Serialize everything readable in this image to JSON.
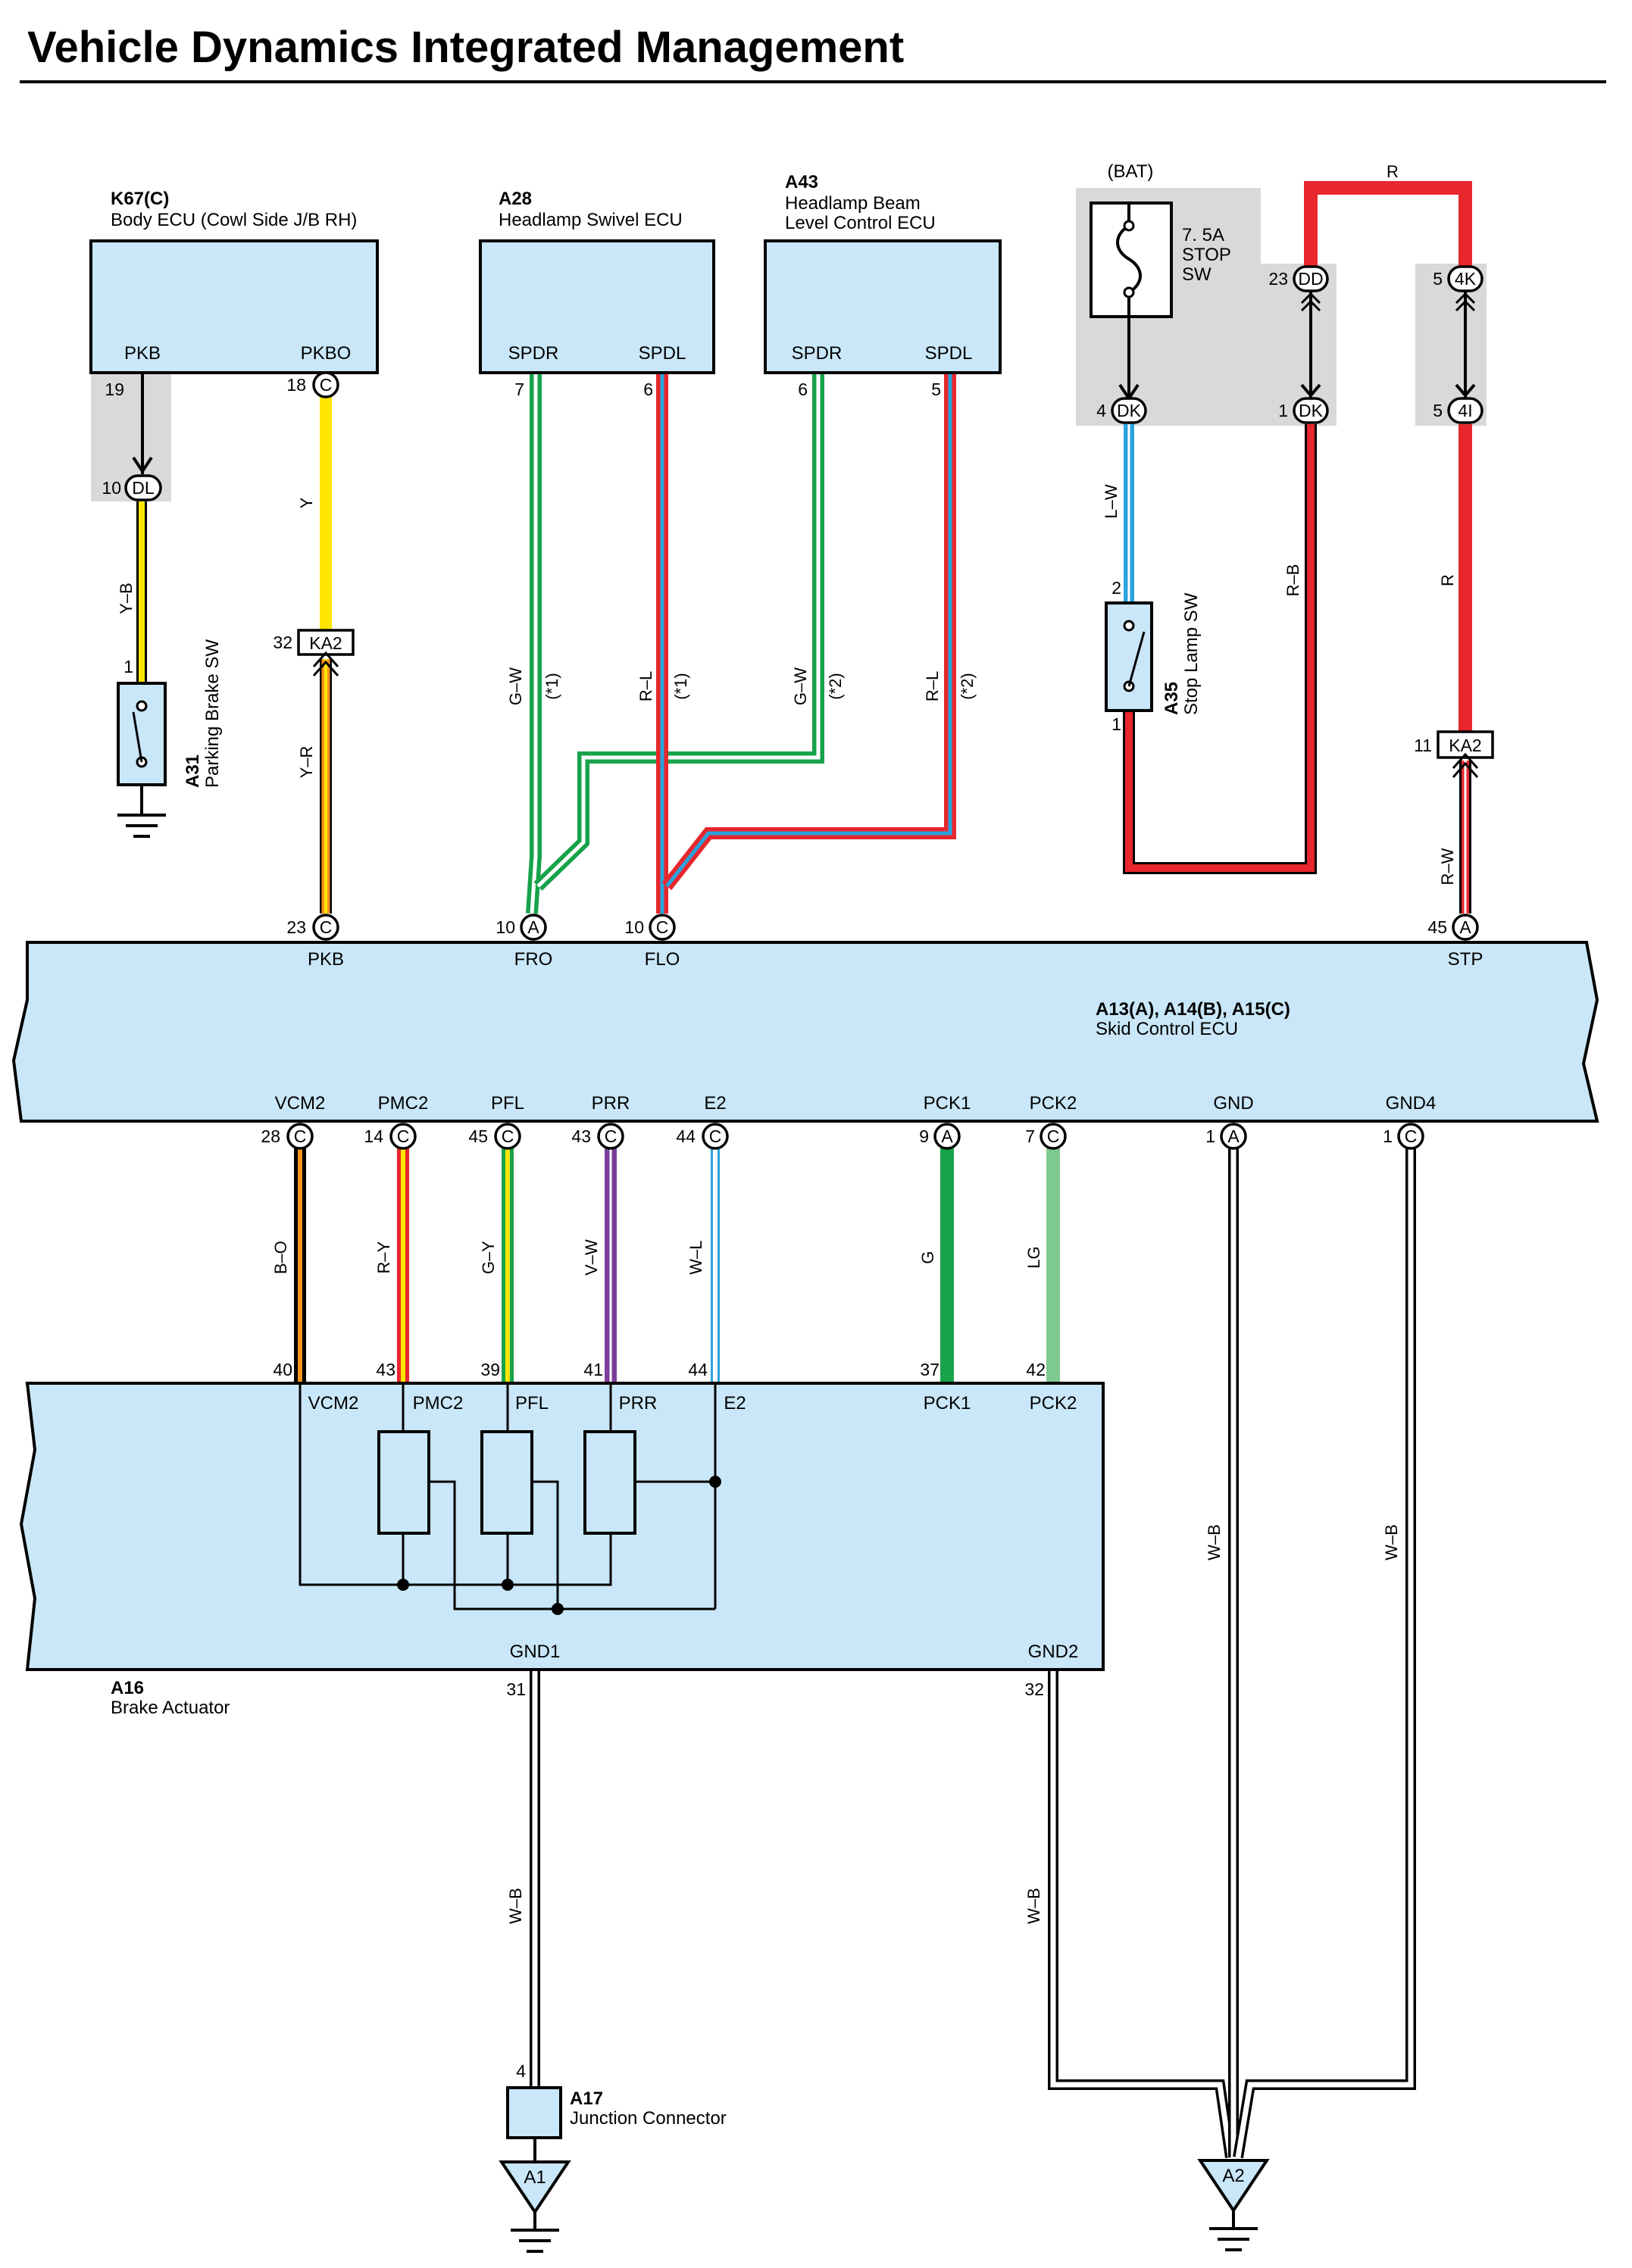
{
  "title": "Vehicle Dynamics Integrated Management",
  "components": {
    "k67": {
      "code": "K67(C)",
      "name": "Body ECU (Cowl Side J/B RH)",
      "pins": {
        "pkb": "PKB",
        "pkbo": "PKBO"
      }
    },
    "a28": {
      "code": "A28",
      "name": "Headlamp Swivel ECU",
      "pins": {
        "spdr": "SPDR",
        "spdl": "SPDL"
      }
    },
    "a43": {
      "code": "A43",
      "name1": "Headlamp Beam",
      "name2": "Level Control ECU",
      "pins": {
        "spdr": "SPDR",
        "spdl": "SPDL"
      }
    },
    "bat": {
      "label": "(BAT)",
      "fuse1": "7. 5A",
      "fuse2": "STOP",
      "fuse3": "SW"
    },
    "a31": {
      "code": "A31",
      "name": "Parking Brake SW"
    },
    "a35": {
      "code": "A35",
      "name": "Stop Lamp SW"
    },
    "skid": {
      "code": "A13(A), A14(B), A15(C)",
      "name": "Skid Control ECU",
      "top_pins": [
        "PKB",
        "FRO",
        "FLO",
        "STP"
      ],
      "bottom_pins": [
        "VCM2",
        "PMC2",
        "PFL",
        "PRR",
        "E2",
        "PCK1",
        "PCK2",
        "GND",
        "GND4"
      ]
    },
    "a16": {
      "code": "A16",
      "name": "Brake Actuator",
      "top_pins": [
        "VCM2",
        "PMC2",
        "PFL",
        "PRR",
        "E2",
        "PCK1",
        "PCK2"
      ],
      "bottom_pins": [
        "GND1",
        "GND2"
      ]
    },
    "a17": {
      "code": "A17",
      "name": "Junction Connector"
    }
  },
  "connectors": {
    "dl": "DL",
    "ka2": "KA2",
    "dk": "DK",
    "dd": "DD",
    "k4": "4K",
    "i4": "4I",
    "a": "A",
    "c": "C",
    "a1": "A1",
    "a2": "A2"
  },
  "pin_numbers": {
    "p19": "19",
    "p10dl": "10",
    "p1a31": "1",
    "p18": "18",
    "p32": "32",
    "p7a28": "7",
    "p6a28": "6",
    "p6a43": "6",
    "p5a43": "5",
    "p4dk": "4",
    "p23dd": "23",
    "p1dk": "1",
    "p5a": "5",
    "p5b": "5",
    "p2a35": "2",
    "p1a35": "1",
    "p11ka2": "11",
    "p23c": "23",
    "p10a": "10",
    "p10c": "10",
    "p45a": "45",
    "p28": "28",
    "p14": "14",
    "p45": "45",
    "p43": "43",
    "p44": "44",
    "p9": "9",
    "p7": "7",
    "p1a": "1",
    "p1c": "1",
    "q40": "40",
    "q43": "43",
    "q39": "39",
    "q41": "41",
    "q44": "44",
    "q37": "37",
    "q42": "42",
    "q31": "31",
    "q32": "32",
    "q4": "4"
  },
  "wires": {
    "yb": "Y–B",
    "y": "Y",
    "yr": "Y–R",
    "gw1": "G–W",
    "rl1": "R–L",
    "gw2": "G–W",
    "rl2": "R–L",
    "n1": "(*1)",
    "n1b": "(*1)",
    "n2": "(*2)",
    "n2b": "(*2)",
    "lw": "L–W",
    "rb": "R–B",
    "r_top": "R",
    "r_side": "R",
    "rw": "R–W",
    "bo": "B–O",
    "ry": "R–Y",
    "gy": "G–Y",
    "vw": "V–W",
    "wl": "W–L",
    "g": "G",
    "lg": "LG",
    "wb1": "W–B",
    "wb2": "W–B",
    "wb3": "W–B",
    "wb4": "W–B"
  },
  "colors": {
    "ecu_fill": "#c9e7f8",
    "yellow": "#ffe600",
    "green": "#17a34a",
    "red": "#e8262d",
    "blue": "#2aa3dc",
    "orange": "#f7941d",
    "purple": "#7b3f99",
    "light_green": "#7ec98f",
    "gray": "#d9d9d9"
  }
}
